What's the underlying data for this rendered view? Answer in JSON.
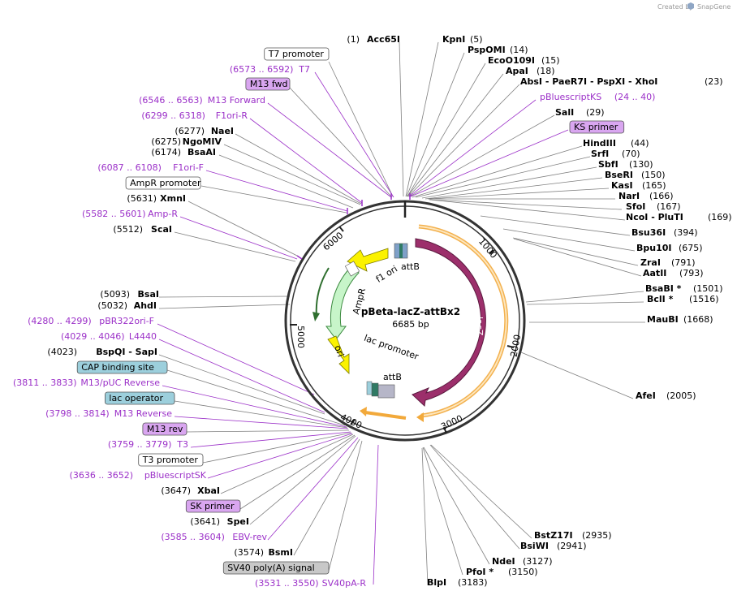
{
  "credit": {
    "prefix": "Created by",
    "brand": "SnapGene"
  },
  "plasmid": {
    "name": "pBeta-lacZ-attBx2",
    "length": "6685 bp"
  },
  "ticks": [
    "1000",
    "2000",
    "3000",
    "4000",
    "5000",
    "6000"
  ],
  "map_features": {
    "lacz": "lacZ",
    "ampr": "AmpR",
    "f1ori": "f1 ori",
    "ori": "ori",
    "attb_top": "attB",
    "lac_promoter": "lac promoter",
    "attb_bottom": "attB"
  },
  "right_labels": [
    {
      "pos": "(5)",
      "enz": "KpnI"
    },
    {
      "enz": "PspOMI",
      "pos": "(14)"
    },
    {
      "enz": "EcoO109I",
      "pos": "(15)"
    },
    {
      "enz": "ApaI",
      "pos": "(18)"
    },
    {
      "enz": "AbsI  - PaeR7I  - PspXI  - XhoI",
      "pos": "(23)"
    },
    {
      "purple": "pBluescriptKS",
      "range": "(24 .. 40)"
    },
    {
      "enz": "SalI",
      "pos": "(29)"
    },
    {
      "box": "KS primer"
    },
    {
      "enz": "HindIII",
      "pos": "(44)"
    },
    {
      "enz": "SrfI",
      "pos": "(70)"
    },
    {
      "enz": "SbfI",
      "pos": "(130)"
    },
    {
      "enz": "BseRI",
      "pos": "(150)"
    },
    {
      "enz": "KasI",
      "pos": "(165)"
    },
    {
      "enz": "NarI",
      "pos": "(166)"
    },
    {
      "enz": "SfoI",
      "pos": "(167)"
    },
    {
      "enz": "NcoI  - PluTI",
      "pos": "(169)"
    },
    {
      "enz": "Bsu36I",
      "pos": "(394)"
    },
    {
      "enz": "Bpu10I",
      "pos": "(675)"
    },
    {
      "enz": "ZraI",
      "pos": "(791)"
    },
    {
      "enz": "AatII",
      "pos": "(793)"
    },
    {
      "enz": "BsaBI *",
      "pos": "(1501)"
    },
    {
      "enz": "BclI *",
      "pos": "(1516)"
    },
    {
      "enz": "MauBI",
      "pos": "(1668)"
    },
    {
      "enz": "AfeI",
      "pos": "(2005)"
    },
    {
      "enz": "BstZ17I",
      "pos": "(2935)"
    },
    {
      "enz": "BsiWI",
      "pos": "(2941)"
    },
    {
      "enz": "NdeI",
      "pos": "(3127)"
    },
    {
      "enz": "PfoI *",
      "pos": "(3150)"
    },
    {
      "enz": "BlpI",
      "pos": "(3183)"
    }
  ],
  "left_labels": [
    {
      "pos": "(1)",
      "enz": "Acc65I"
    },
    {
      "box": "T7 promoter"
    },
    {
      "range": "(6573 .. 6592)",
      "purple": "T7"
    },
    {
      "box": "M13 fwd"
    },
    {
      "range": "(6546 .. 6563)",
      "purple": "M13 Forward"
    },
    {
      "range": "(6299 .. 6318)",
      "purple": "F1ori-R"
    },
    {
      "pos": "(6277)",
      "enz": "NaeI"
    },
    {
      "pos": "(6275)",
      "enz": "NgoMIV"
    },
    {
      "pos": "(6174)",
      "enz": "BsaAI"
    },
    {
      "range": "(6087 .. 6108)",
      "purple": "F1ori-F"
    },
    {
      "box": "AmpR promoter"
    },
    {
      "pos": "(5631)",
      "enz": "XmnI"
    },
    {
      "range": "(5582 .. 5601)",
      "purple": "Amp-R"
    },
    {
      "pos": "(5512)",
      "enz": "ScaI"
    },
    {
      "pos": "(5093)",
      "enz": "BsaI"
    },
    {
      "pos": "(5032)",
      "enz": "AhdI"
    },
    {
      "range": "(4280 .. 4299)",
      "purple": "pBR322ori-F"
    },
    {
      "range": "(4029 .. 4046)",
      "purple": "L4440"
    },
    {
      "pos": "(4023)",
      "enz": "BspQI  - SapI"
    },
    {
      "box": "CAP binding site"
    },
    {
      "range": "(3811 .. 3833)",
      "purple": "M13/pUC Reverse"
    },
    {
      "box": "lac operator"
    },
    {
      "range": "(3798 .. 3814)",
      "purple": "M13 Reverse"
    },
    {
      "box": "M13 rev"
    },
    {
      "range": "(3759 .. 3779)",
      "purple": "T3"
    },
    {
      "box": "T3 promoter"
    },
    {
      "range": "(3636 .. 3652)",
      "purple": "pBluescriptSK"
    },
    {
      "pos": "(3647)",
      "enz": "XbaI"
    },
    {
      "box": "SK primer"
    },
    {
      "pos": "(3641)",
      "enz": "SpeI"
    },
    {
      "range": "(3585 .. 3604)",
      "purple": "EBV-rev"
    },
    {
      "pos": "(3574)",
      "enz": "BsmI"
    },
    {
      "box": "SV40 poly(A) signal"
    },
    {
      "range": "(3531 .. 3550)",
      "purple": "SV40pA-R"
    }
  ],
  "colors": {
    "lacz": "#9c2f6b",
    "orange": "#f2a93b",
    "ampr": "#c7f5c9",
    "yellow": "#fbf200",
    "purple_text": "#9b30c8",
    "primer_box": "#d9a6f0",
    "blue_box": "#9ccfdc",
    "gray_box": "#c8c8c8"
  }
}
